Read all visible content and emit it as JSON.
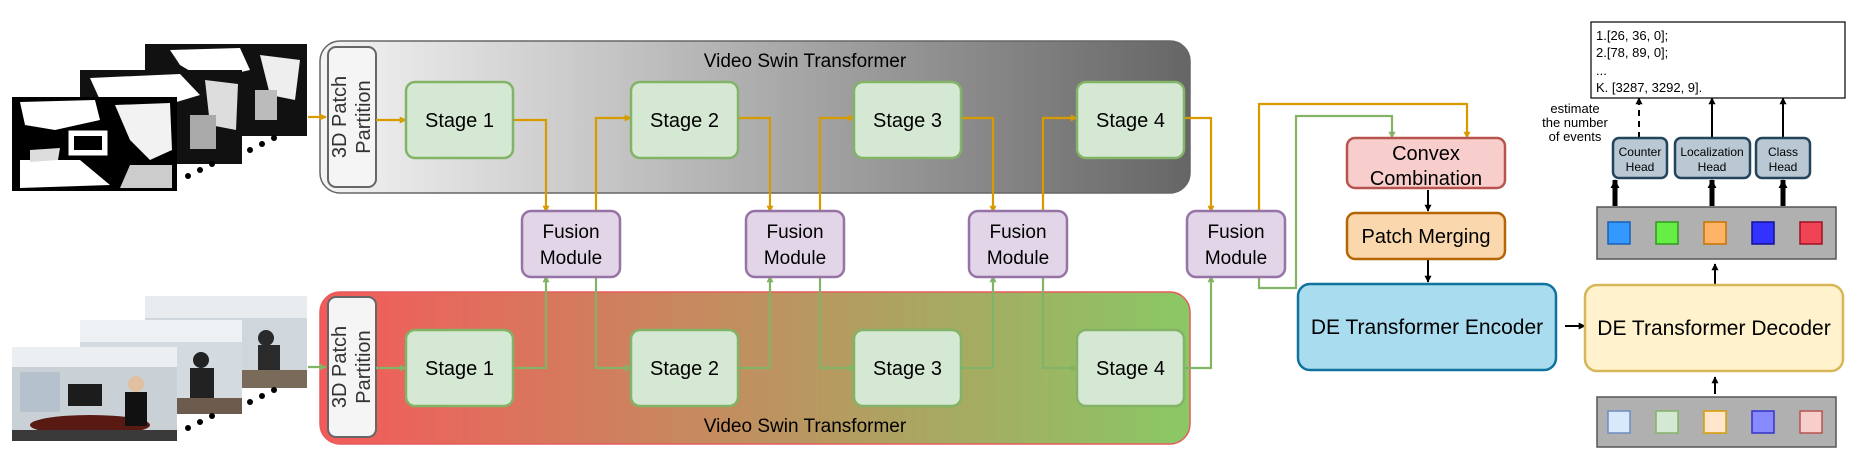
{
  "top_branch": {
    "title": "Video Swin Transformer",
    "patch_line1": "3D Patch",
    "patch_line2": "Partition",
    "stages": [
      "Stage 1",
      "Stage 2",
      "Stage 3",
      "Stage 4"
    ]
  },
  "bottom_branch": {
    "title": "Video Swin Transformer",
    "patch_line1": "3D Patch",
    "patch_line2": "Partition",
    "stages": [
      "Stage 1",
      "Stage 2",
      "Stage 3",
      "Stage 4"
    ]
  },
  "fusion": {
    "line1": "Fusion",
    "line2": "Module"
  },
  "convex": {
    "line1": "Convex",
    "line2": "Combination"
  },
  "patch_merging": "Patch Merging",
  "encoder": "DE Transformer Encoder",
  "decoder": "DE Transformer Decoder",
  "heads": [
    {
      "line1": "Counter",
      "line2": "Head"
    },
    {
      "line1": "Localization",
      "line2": "Head"
    },
    {
      "line1": "Class",
      "line2": "Head"
    }
  ],
  "estimate_note": [
    "estimate",
    "the number",
    "of events"
  ],
  "output_lines": [
    "1.[26, 36, 0];",
    "2.[78, 89, 0];",
    "...",
    "K. [3287, 3292, 9]."
  ],
  "colors": {
    "orange": "#D79B00",
    "green": "#82B366",
    "stage_fill": "#D5E8D4",
    "fusion_fill": "#E1D5E7",
    "fusion_stroke": "#9673A6",
    "convex_fill": "#F8CECC",
    "convex_stroke": "#B85450",
    "merge_fill": "#FAD7AC",
    "merge_stroke": "#B46504",
    "encoder_fill": "#A9DCEF",
    "encoder_stroke": "#10739E",
    "decoder_fill": "#FFF2CC",
    "decoder_stroke": "#D6B656",
    "head_fill": "#BAC8D3",
    "head_stroke": "#23445D"
  }
}
